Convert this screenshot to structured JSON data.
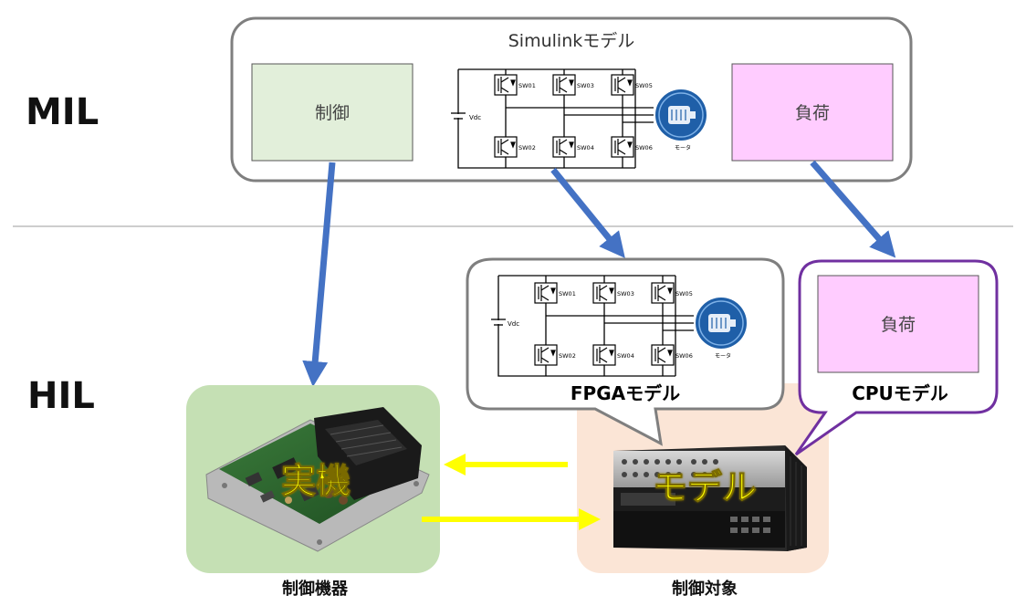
{
  "levels": {
    "mil": "MIL",
    "hil": "HIL"
  },
  "simulink": {
    "title": "Simulinkモデル",
    "control_label": "制御",
    "load_label": "負荷"
  },
  "inverter": {
    "vdc": "Vdc",
    "switches": [
      "SW01",
      "SW03",
      "SW05",
      "SW02",
      "SW04",
      "SW06"
    ],
    "motor_label": "モータ"
  },
  "fpga": {
    "caption": "FPGAモデル"
  },
  "cpu": {
    "load_label": "負荷",
    "caption": "CPUモデル"
  },
  "hardware": {
    "ecu_overlay": "実機",
    "ecu_caption": "制御機器",
    "sim_overlay": "モデル",
    "sim_caption": "制御対象"
  },
  "colors": {
    "control_fill": "#e2efda",
    "load_fill": "#ffccff",
    "cpu_border": "#7030a0",
    "arrow_blue": "#4472c4",
    "arrow_yellow": "#ffff00",
    "ecu_bg": "#c5e0b4",
    "sim_bg": "#fbe5d6",
    "motor_blue": "#1f5fa8",
    "overlay_text": "#ffff00"
  },
  "icons": {
    "motor": "motor-icon",
    "ecu": "ecu-board-icon",
    "simulator": "hil-simulator-icon"
  }
}
